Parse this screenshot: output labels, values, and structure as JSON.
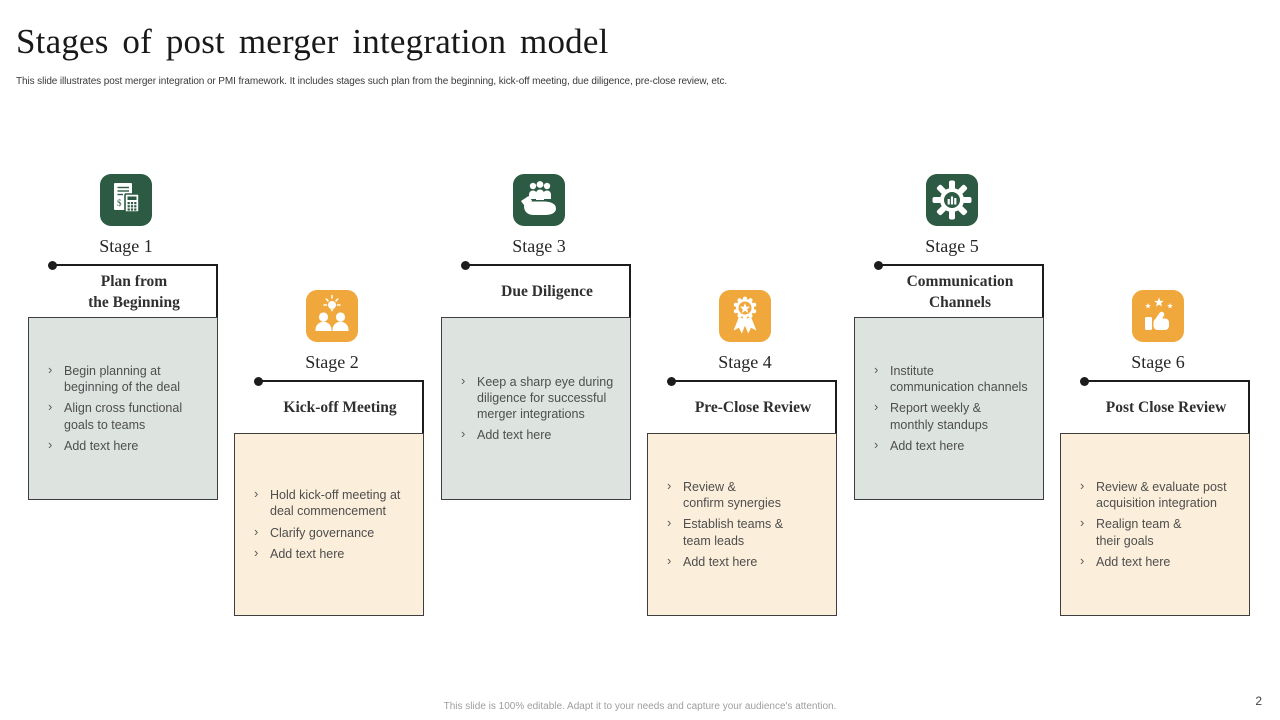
{
  "slide": {
    "title": "Stages of post merger integration model",
    "subtitle": "This slide illustrates post merger integration or PMI framework. It includes stages such plan from the beginning, kick-off meeting, due diligence, pre-close review, etc.",
    "footer": "This slide is 100% editable. Adapt it to your needs and capture your audience's attention.",
    "page_number": "2"
  },
  "colors": {
    "stage_green": "#2d5a43",
    "stage_orange": "#f0a83d",
    "gray_panel": "#dde4e0",
    "peach_panel": "#fbeeda",
    "panel_border": "#3e3e3e",
    "connector": "#1c1c1c"
  },
  "stages": [
    {
      "label": "Stage 1",
      "title": "Plan from\nthe Beginning",
      "theme": "green",
      "icon": "invoice-calculator-icon",
      "bullets": [
        "Begin planning at\nbeginning of the deal",
        "Align cross functional\ngoals to teams",
        "Add text here"
      ]
    },
    {
      "label": "Stage 2",
      "title": "Kick-off Meeting",
      "theme": "orange",
      "icon": "team-idea-icon",
      "bullets": [
        "Hold kick-off meeting at\ndeal commencement",
        "Clarify governance",
        "Add text here"
      ]
    },
    {
      "label": "Stage 3",
      "title": "Due Diligence",
      "theme": "green",
      "icon": "hand-team-icon",
      "bullets": [
        "Keep a sharp eye during\ndiligence for successful\nmerger integrations",
        "Add text here"
      ]
    },
    {
      "label": "Stage 4",
      "title": "Pre-Close Review",
      "theme": "orange",
      "icon": "award-ribbon-icon",
      "bullets": [
        "Review &\nconfirm synergies",
        "Establish teams &\nteam leads",
        "Add text here"
      ]
    },
    {
      "label": "Stage 5",
      "title": "Communication\nChannels",
      "theme": "green",
      "icon": "gear-chart-icon",
      "bullets": [
        "Institute\ncommunication channels",
        "Report weekly &\nmonthly standups",
        "Add text here"
      ]
    },
    {
      "label": "Stage 6",
      "title": "Post Close Review",
      "theme": "orange",
      "icon": "thumbs-up-stars-icon",
      "bullets": [
        "Review & evaluate post\nacquisition integration",
        "Realign team &\ntheir goals",
        "Add text here"
      ]
    }
  ]
}
